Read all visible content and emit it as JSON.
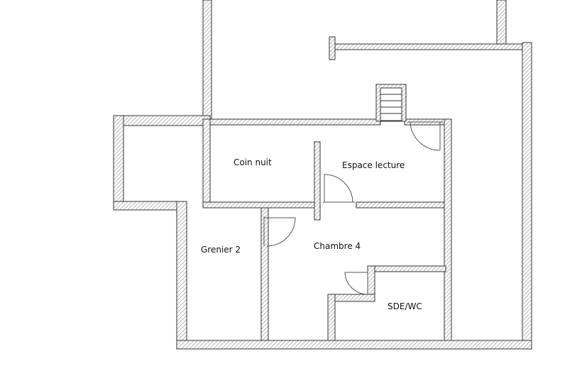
{
  "colors": {
    "wall_outline": "#333333",
    "wall_hatch": "#9a9a9a",
    "background": "#ffffff",
    "door_arc": "#555555"
  },
  "rooms": {
    "coin_nuit": "Coin nuit",
    "espace_lecture": "Espace lecture",
    "grenier_2": "Grenier 2",
    "chambre_4": "Chambre 4",
    "sde_wc": "SDE/WC"
  }
}
